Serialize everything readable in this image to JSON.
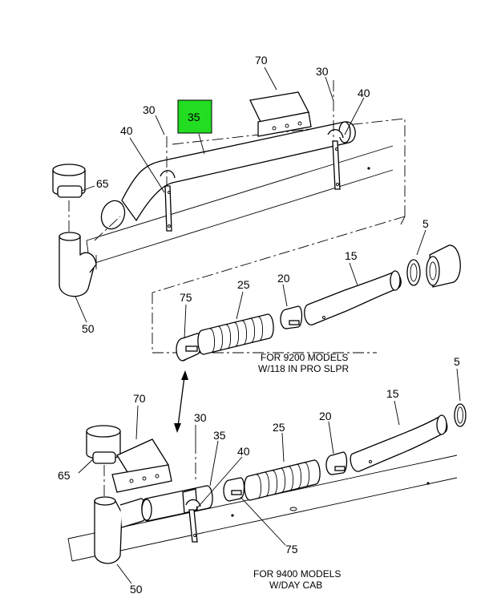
{
  "highlight_color": "#22dd22",
  "top_view": {
    "callouts": {
      "c70": "70",
      "c30_right": "30",
      "c40_right": "40",
      "c30_left": "30",
      "c35": "35",
      "c40_left": "40",
      "c65": "65",
      "c5": "5",
      "c15": "15",
      "c20": "20",
      "c25": "25",
      "c75": "75",
      "c50": "50"
    },
    "note_line1": "FOR 9200 MODELS",
    "note_line2": "W/118 IN PRO SLPR"
  },
  "bottom_view": {
    "callouts": {
      "c5": "5",
      "c15": "15",
      "c70": "70",
      "c30": "30",
      "c20": "20",
      "c35": "35",
      "c25": "25",
      "c65": "65",
      "c40": "40",
      "c75": "75",
      "c50": "50"
    },
    "note_line1": "FOR 9400 MODELS",
    "note_line2": "W/DAY CAB"
  }
}
